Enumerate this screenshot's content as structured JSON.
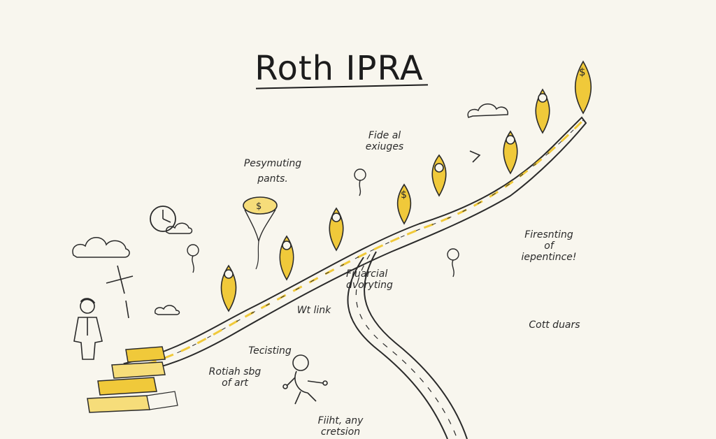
{
  "title": "Roth IPRA",
  "labels": {
    "top_note": [
      "Fide al",
      "exiuges"
    ],
    "left_note": [
      "Pesymuting",
      "pants."
    ],
    "middle_note": [
      "Fiuarcial",
      "dvoryting"
    ],
    "right_note": [
      "Firesnting",
      "of",
      "iepentince!"
    ],
    "link_note": "Wt link",
    "bottom_right_note": "Cott duars",
    "testing_note": "Tecisting",
    "left_bottom_note": [
      "Rotiah sbg",
      "of art"
    ],
    "bottom_note": [
      "Fiiht, any",
      "cretsion"
    ]
  },
  "coin_symbol": "$",
  "colors": {
    "background": "#f8f6ee",
    "ink": "#2a2a2a",
    "gold": "#f0c93a",
    "gold_light": "#f6dd7a"
  },
  "icons": [
    "clock-icon",
    "coin-funnel-icon",
    "cloud-icon",
    "balloon-icon",
    "person-icon",
    "stairs-icon",
    "signpost-icon",
    "location-pin-icon",
    "road-icon",
    "arrow-icon"
  ]
}
